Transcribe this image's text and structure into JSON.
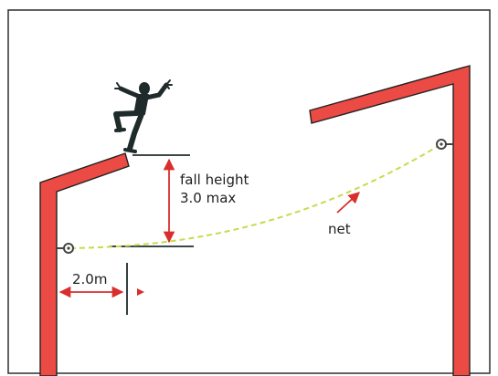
{
  "labels": {
    "fall_height_line1": "fall height",
    "fall_height_line2": "3.0 max",
    "net": "net",
    "offset": "2.0m"
  },
  "icons": [
    "person-falling-icon",
    "anchor-eye-bolt-icon"
  ],
  "colors": {
    "wall": "#ec4a44",
    "net": "#c5dc4a",
    "dimension": "#d82f2c",
    "ink": "#1f2b2b",
    "frame": "#2f2f2f"
  }
}
